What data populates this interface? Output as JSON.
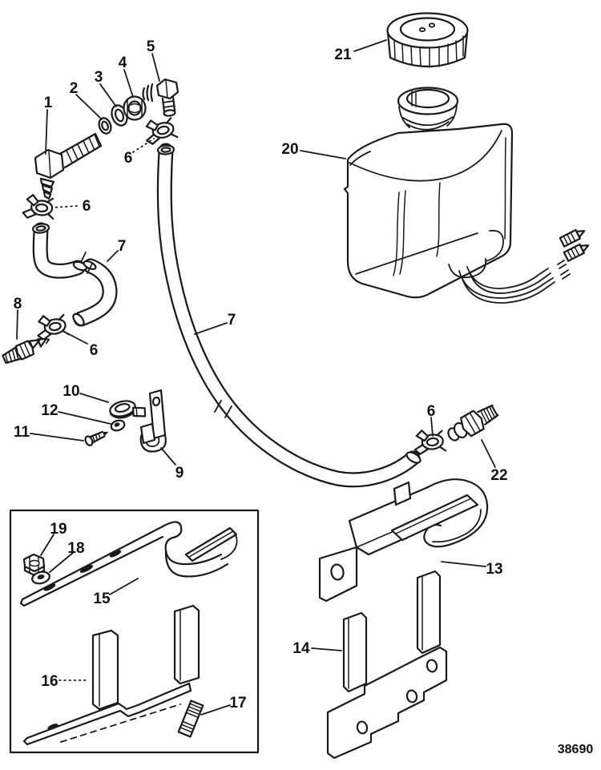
{
  "colors": {
    "ink": "#1a1a1a",
    "paper": "#ffffff"
  },
  "drawing": {
    "part_number": "38690",
    "callouts": [
      {
        "label": "1"
      },
      {
        "label": "2"
      },
      {
        "label": "3"
      },
      {
        "label": "4"
      },
      {
        "label": "5"
      },
      {
        "label": "6"
      },
      {
        "label": "6"
      },
      {
        "label": "6"
      },
      {
        "label": "6"
      },
      {
        "label": "7"
      },
      {
        "label": "7"
      },
      {
        "label": "8"
      },
      {
        "label": "9"
      },
      {
        "label": "10"
      },
      {
        "label": "11"
      },
      {
        "label": "12"
      },
      {
        "label": "13"
      },
      {
        "label": "14"
      },
      {
        "label": "15"
      },
      {
        "label": "16"
      },
      {
        "label": "17"
      },
      {
        "label": "18"
      },
      {
        "label": "19"
      },
      {
        "label": "20"
      },
      {
        "label": "21"
      },
      {
        "label": "22"
      }
    ]
  }
}
